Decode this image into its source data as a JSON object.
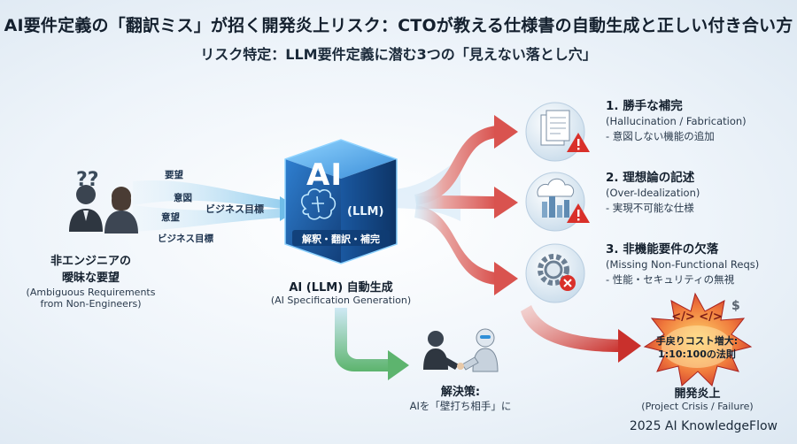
{
  "title": "AI要件定義の「翻訳ミス」が招く開発炎上リスク：CTOが教える仕様書の自動生成と正しい付き合い方",
  "subtitle": "リスク特定：LLM要件定義に潜む3つの「見えない落とし穴」",
  "left": {
    "heading_line1": "非エンジニアの",
    "heading_line2": "曖昧な要望",
    "en_line1": "(Ambiguous Requirements",
    "en_line2": "from Non-Engineers)",
    "question_marks": "??",
    "flow_words": [
      "要望",
      "意図",
      "意望",
      "ビジネス目標",
      "ビジネス目標"
    ]
  },
  "cube": {
    "ai_text": "AI",
    "llm_text": "(LLM)",
    "band_text": "解釈・翻訳・補完",
    "caption": "AI (LLM) 自動生成",
    "caption_en": "(AI Specification Generation)"
  },
  "risks": [
    {
      "title": "1. 勝手な補完",
      "en": "(Hallucination / Fabrication)",
      "note": "- 意図しない機能の追加",
      "icon": "document-icon"
    },
    {
      "title": "2. 理想論の記述",
      "en": "(Over-Idealization)",
      "note": "- 実現不可能な仕様",
      "icon": "cloud-city-icon"
    },
    {
      "title": "3. 非機能要件の欠落",
      "en": "(Missing Non-Functional Reqs)",
      "note": "- 性能・セキュリティの無視",
      "icon": "gear-icon"
    }
  ],
  "crisis": {
    "code_symbol": "</> </>",
    "cost_line1": "手戻りコスト増大:",
    "cost_line2": "1:10:100の法則",
    "heading": "開発炎上",
    "en": "(Project Crisis / Failure)"
  },
  "solution": {
    "heading": "解決策:",
    "text": "AIを「壁打ち相手」に"
  },
  "footer": "2025 AI KnowledgeFlow",
  "colors": {
    "red_arrow": "#d9534f",
    "blue_arrow": "#7fc4ea",
    "green_arrow": "#6cbf7a",
    "cube_blue": "#1f5fa8",
    "warning_red": "#d9302a"
  }
}
